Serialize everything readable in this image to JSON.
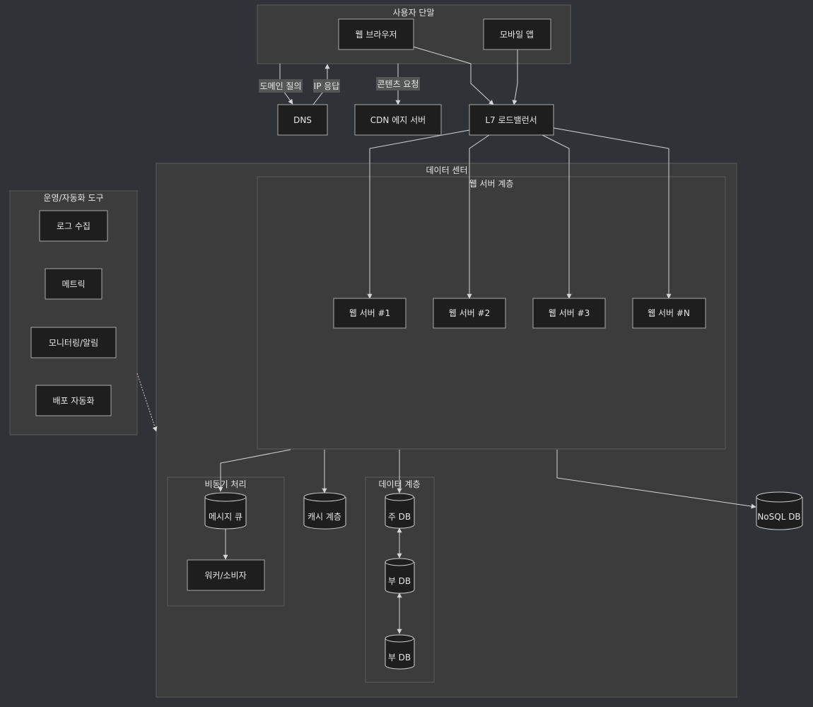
{
  "groups": {
    "user_devices": "사용자 단말",
    "datacenter": "데이터 센터",
    "web_tier": "웹 서버 계층",
    "ops_tools": "운영/자동화 도구",
    "async": "비동기 처리",
    "data_tier": "데이터 계층"
  },
  "nodes": {
    "web_browser": "웹 브라우저",
    "mobile_app": "모바일 앱",
    "dns": "DNS",
    "cdn": "CDN 에지 서버",
    "lb": "L7 로드밸런서",
    "web1": "웹 서버 #1",
    "web2": "웹 서버 #2",
    "web3": "웹 서버 #3",
    "webn": "웹 서버 #N",
    "log": "로그 수집",
    "metrics": "메트릭",
    "monitoring": "모니터링/알림",
    "deploy": "배포 자동화",
    "mq": "메시지 큐",
    "worker": "워커/소비자",
    "cache": "캐시 계층",
    "primary_db": "주 DB",
    "replica_db1": "부 DB",
    "replica_db2": "부 DB",
    "nosql": "NoSQL DB"
  },
  "edge_labels": {
    "domain_query": "도메인 질의",
    "ip_response": "IP 응답",
    "content_request": "콘텐츠 요청"
  },
  "colors": {
    "background": "#2f3237",
    "group_fill": "#3b3c3b",
    "node_fill": "#1e1e1e",
    "line": "#d6d6d6",
    "text": "#e6e6e6"
  }
}
